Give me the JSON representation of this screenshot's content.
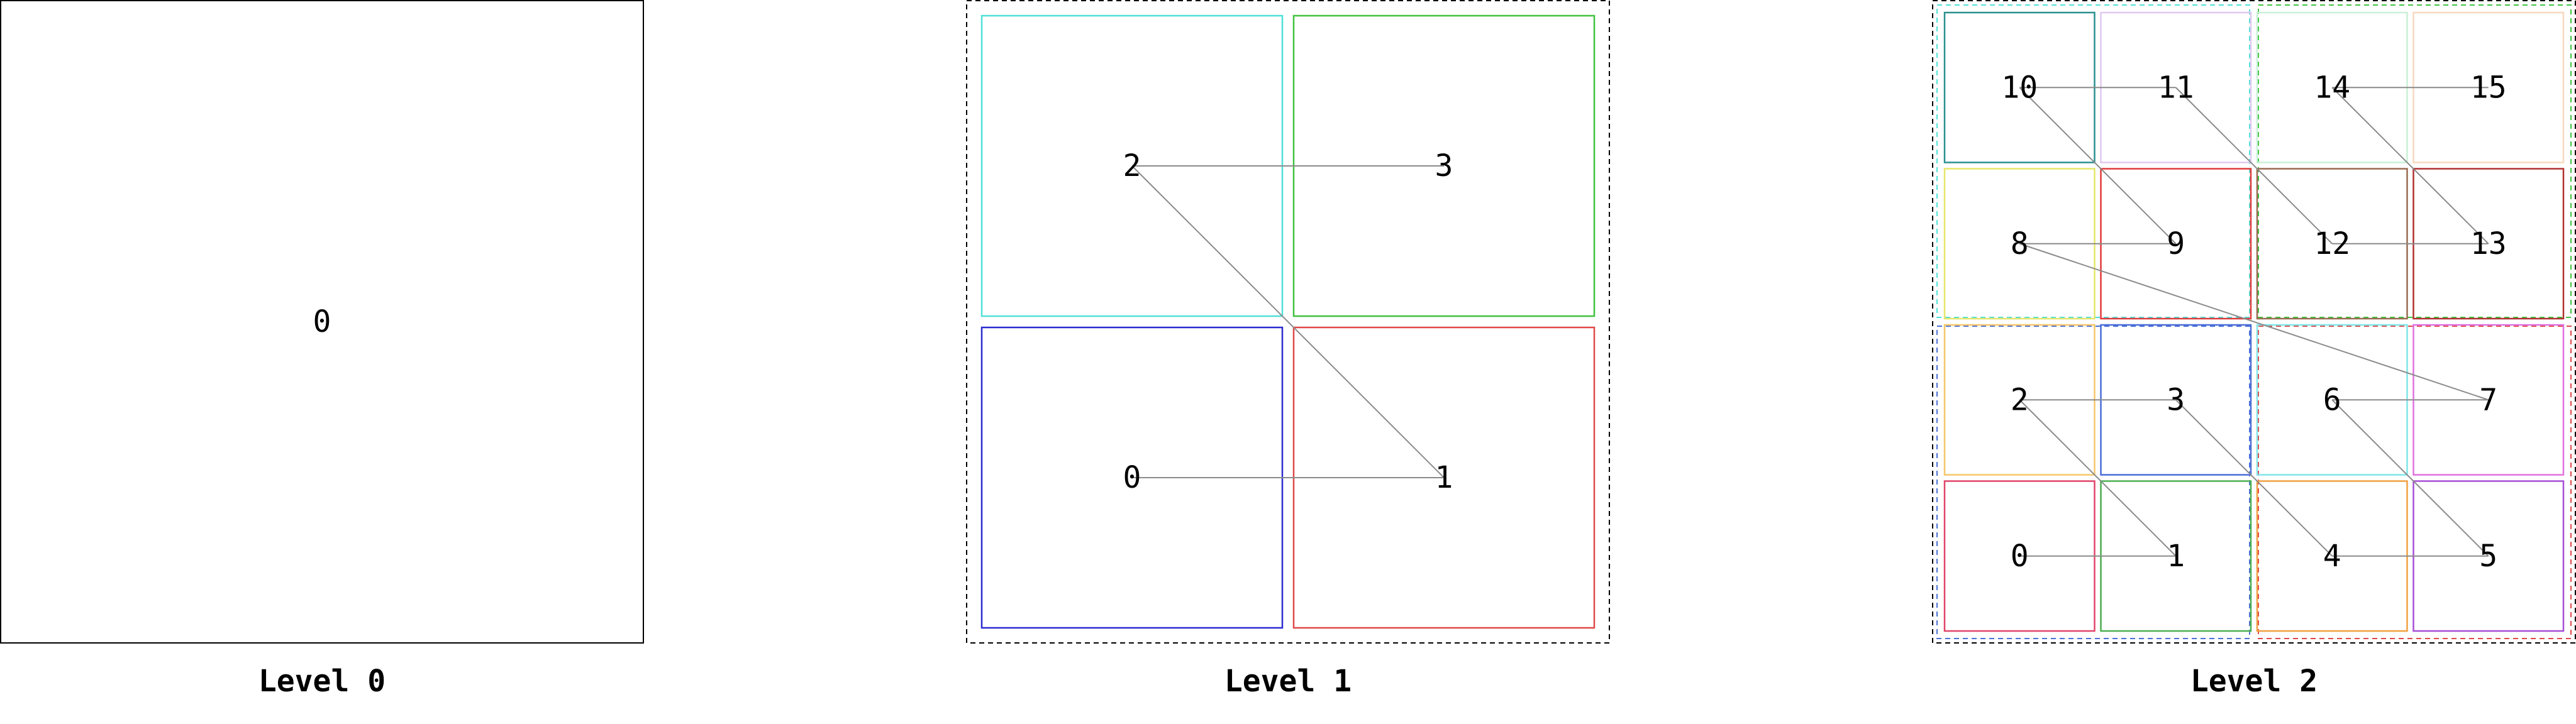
{
  "panels": [
    {
      "title": "Level 0",
      "order": [
        0
      ],
      "cells": [
        {
          "label": "0",
          "color": "#000000"
        }
      ]
    },
    {
      "title": "Level 1",
      "order": [
        0,
        1,
        2,
        3
      ],
      "cells": [
        {
          "label": "0",
          "color": "#2b2bd0"
        },
        {
          "label": "1",
          "color": "#e04848"
        },
        {
          "label": "2",
          "color": "#4fe0d8"
        },
        {
          "label": "3",
          "color": "#3fc23f"
        }
      ]
    },
    {
      "title": "Level 2",
      "order": [
        0,
        1,
        2,
        3,
        4,
        5,
        6,
        7,
        8,
        9,
        10,
        11,
        12,
        13,
        14,
        15
      ],
      "cells": [
        {
          "label": "0",
          "color": "#e0446a"
        },
        {
          "label": "1",
          "color": "#4caf50"
        },
        {
          "label": "2",
          "color": "#f5c76a"
        },
        {
          "label": "3",
          "color": "#4a6fd6"
        },
        {
          "label": "4",
          "color": "#f0a040"
        },
        {
          "label": "5",
          "color": "#a64fd6"
        },
        {
          "label": "6",
          "color": "#7fe6ea"
        },
        {
          "label": "7",
          "color": "#e070e0"
        },
        {
          "label": "8",
          "color": "#e6e66a"
        },
        {
          "label": "9",
          "color": "#e03a3a"
        },
        {
          "label": "10",
          "color": "#2a8f8f"
        },
        {
          "label": "11",
          "color": "#e0c8f0"
        },
        {
          "label": "12",
          "color": "#9a6a50"
        },
        {
          "label": "13",
          "color": "#b03030"
        },
        {
          "label": "14",
          "color": "#c8f0d8"
        },
        {
          "label": "15",
          "color": "#f8d8c0"
        }
      ],
      "groups": [
        {
          "label": "0",
          "color": "#4a6fd6"
        },
        {
          "label": "1",
          "color": "#e04848"
        },
        {
          "label": "2",
          "color": "#4fe0d8"
        },
        {
          "label": "3",
          "color": "#3fc23f"
        }
      ]
    }
  ],
  "colors": {
    "path": "#8a8a8a",
    "frame": "#000000",
    "background": "#ffffff"
  }
}
